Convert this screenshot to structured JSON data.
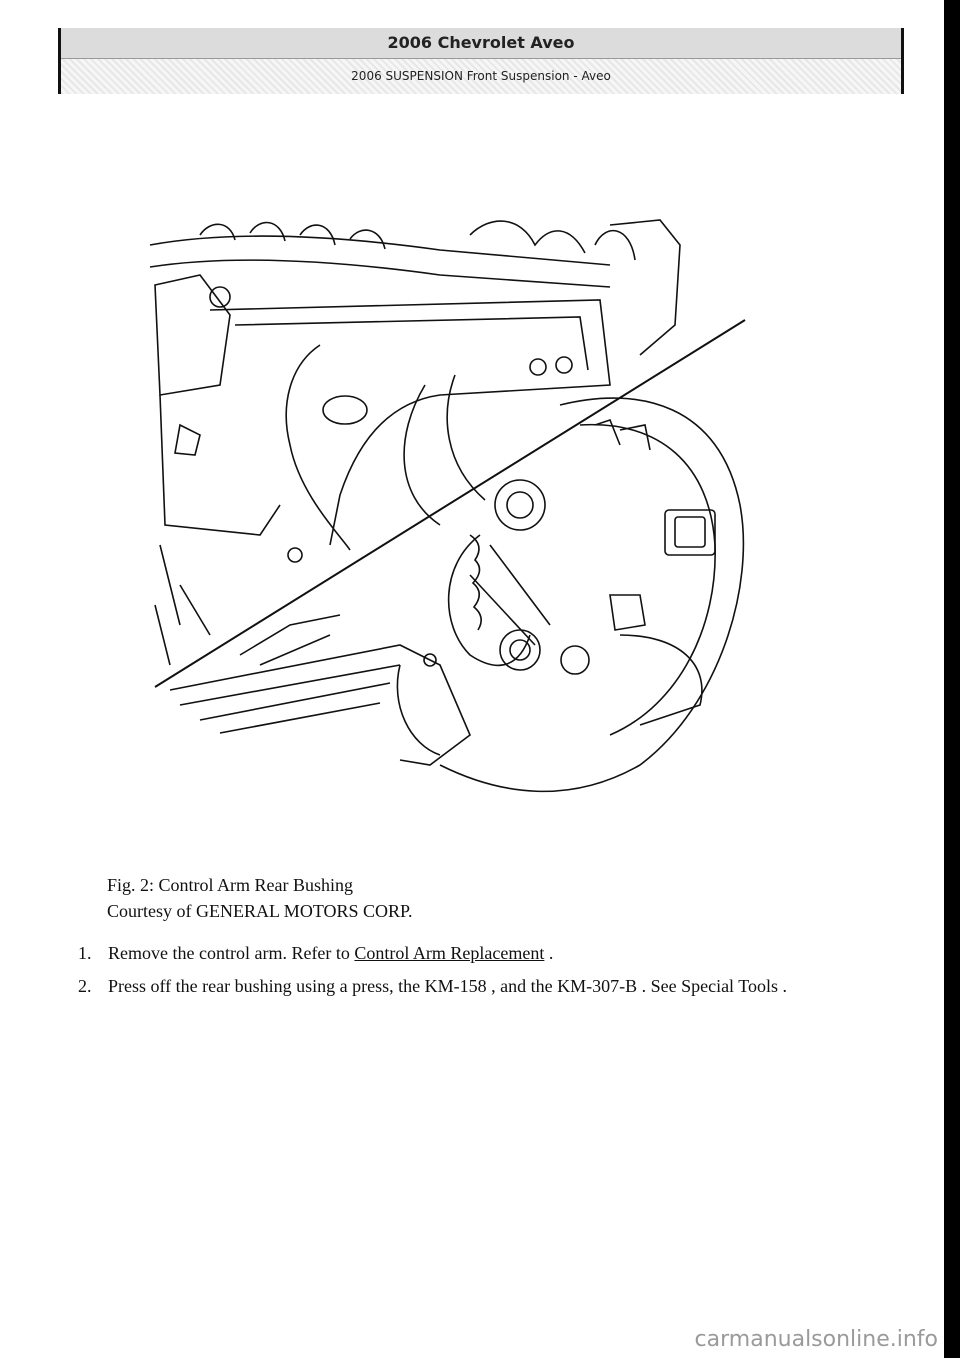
{
  "header": {
    "title": "2006 Chevrolet Aveo",
    "subtitle": "2006 SUSPENSION Front Suspension - Aveo"
  },
  "figure": {
    "caption_title": "Fig. 2: Control Arm Rear Bushing",
    "caption_credit": "Courtesy of GENERAL MOTORS CORP."
  },
  "steps": [
    {
      "num": "1.",
      "text": "Remove the control arm. Refer to ",
      "link": "Control Arm Replacement",
      "after": " ."
    },
    {
      "num": "2.",
      "text": "Press off the rear bushing using a press, the KM-158 , and the KM-307-B . See Special Tools ."
    }
  ],
  "watermark": "carmanualsonline.info"
}
